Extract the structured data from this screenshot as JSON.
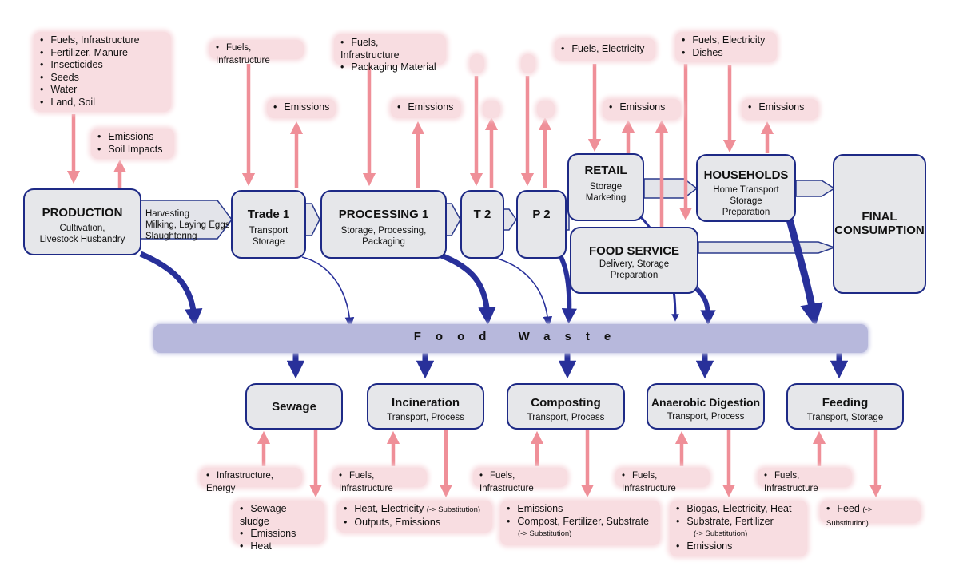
{
  "colors": {
    "stage_border": "#1e2a86",
    "stage_fill": "#e6e7ea",
    "input_arrow": "#ef8f98",
    "waste_arrow": "#28309a",
    "waste_band": "#b7b8dc",
    "note_fill": "#f8dde1"
  },
  "stages": {
    "production": {
      "title": "PRODUCTION",
      "sub1": "Cultivation,",
      "sub2": "Livestock Husbandry"
    },
    "trade1": {
      "title": "Trade 1",
      "sub1": "Transport",
      "sub2": "Storage"
    },
    "processing1": {
      "title": "PROCESSING 1",
      "sub1": "Storage, Processing,",
      "sub2": "Packaging"
    },
    "t2": {
      "title": "T 2"
    },
    "p2": {
      "title": "P 2"
    },
    "retail": {
      "title": "RETAIL",
      "sub1": "Storage",
      "sub2": "Marketing"
    },
    "food_service": {
      "title": "FOOD SERVICE",
      "sub1": "Delivery, Storage",
      "sub2": "Preparation"
    },
    "households": {
      "title": "HOUSEHOLDS",
      "sub1": "Home Transport",
      "sub2": "Storage",
      "sub3": "Preparation"
    },
    "final": {
      "title1": "FINAL",
      "title2": "CONSUMPTION"
    }
  },
  "harvest_labels": [
    "Harvesting",
    "Milking, Laying Eggs",
    "Slaughtering"
  ],
  "inputs": {
    "production": [
      "Fuels, Infrastructure",
      "Fertilizer, Manure",
      "Insecticides",
      "Seeds",
      "Water",
      "Land, Soil"
    ],
    "production_out": [
      "Emissions",
      "Soil Impacts"
    ],
    "trade1": [
      "Fuels, Infrastructure"
    ],
    "trade1_out": [
      "Emissions"
    ],
    "processing1": [
      "Fuels, Infrastructure",
      "Packaging Material"
    ],
    "processing1_out": [
      "Emissions"
    ],
    "retail": [
      "Fuels, Electricity"
    ],
    "retail_out": [
      "Emissions"
    ],
    "households": [
      "Fuels, Electricity",
      "Dishes"
    ],
    "households_out": [
      "Emissions"
    ]
  },
  "waste_band": {
    "label": "Food Waste"
  },
  "treatments": {
    "sewage": {
      "title": "Sewage",
      "input": "Infrastructure, Energy",
      "outputs": [
        "Sewage sludge",
        "Emissions",
        "Heat"
      ]
    },
    "incineration": {
      "title": "Incineration",
      "sub": "Transport, Process",
      "input": "Fuels, Infrastructure",
      "out1": "Heat, Electricity",
      "out1_note": "(-> Substitution)",
      "out2": "Outputs, Emissions"
    },
    "composting": {
      "title": "Composting",
      "sub": "Transport, Process",
      "input": "Fuels, Infrastructure",
      "out1": "Emissions",
      "out2": "Compost, Fertilizer, Substrate",
      "out2_note": "(-> Substitution)"
    },
    "anaerobic": {
      "title": "Anaerobic Digestion",
      "sub": "Transport, Process",
      "input": "Fuels, Infrastructure",
      "out1": "Biogas, Electricity, Heat",
      "out2": "Substrate, Fertilizer",
      "out2_note": "(-> Substitution)",
      "out3": "Emissions"
    },
    "feeding": {
      "title": "Feeding",
      "sub": "Transport, Storage",
      "input": "Fuels, Infrastructure",
      "out1": "Feed",
      "out1_note": "(-> Substitution)"
    }
  }
}
